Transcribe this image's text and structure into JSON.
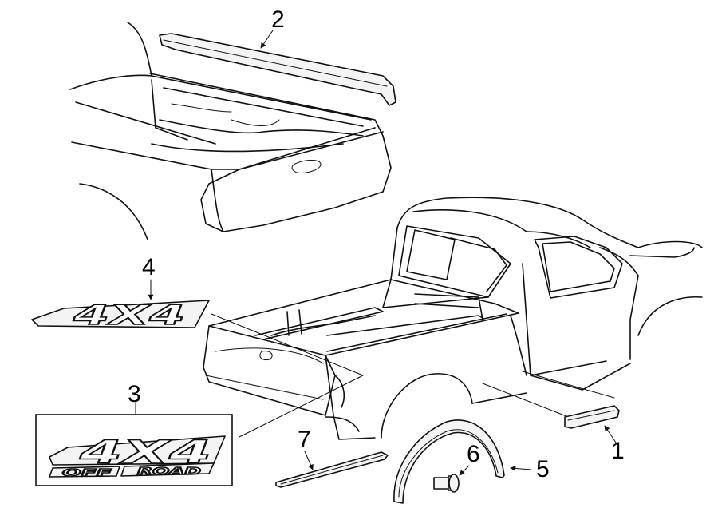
{
  "diagram": {
    "callouts": {
      "c1": "1",
      "c2": "2",
      "c3": "3",
      "c4": "4",
      "c5": "5",
      "c6": "6",
      "c7": "7"
    },
    "badges": {
      "badge_4x4_small": "4X4",
      "badge_4x4_large": "4X4",
      "badge_off": "OFF",
      "badge_road": "ROAD"
    }
  }
}
